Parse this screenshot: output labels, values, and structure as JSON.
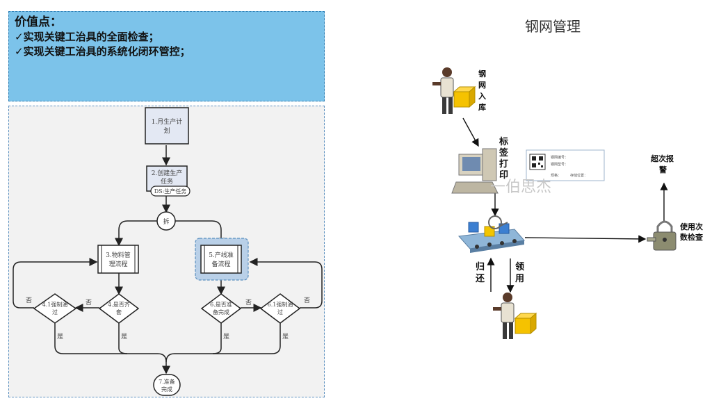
{
  "value_panel": {
    "title": "价值点：",
    "lines": [
      "✓实现关键工治具的全面检查；",
      "✓实现关键工治具的系统化闭环管控；"
    ]
  },
  "flowchart": {
    "n1": [
      "1.月生产计",
      "划"
    ],
    "n2": [
      "2.创建生产",
      "任务"
    ],
    "n2_tag": "DS:生产任务",
    "split": "拆",
    "n3": [
      "3.物料管",
      "理流程"
    ],
    "n5": [
      "5.产线准",
      "备流程"
    ],
    "d_left_inner": [
      "4.是否齐",
      "套"
    ],
    "d_left_outer": [
      "4.1强制通",
      "过"
    ],
    "d_right_inner": [
      "6.是否准",
      "备完成"
    ],
    "d_right_outer": [
      "6.1强制通",
      "过"
    ],
    "no": "否",
    "yes": "是",
    "end": [
      "7.准备",
      "完成"
    ]
  },
  "stencil": {
    "title": "钢网管理",
    "inbound": [
      "钢",
      "网",
      "入",
      "库"
    ],
    "print": [
      "标",
      "签",
      "打",
      "印"
    ],
    "return": [
      "归",
      "还"
    ],
    "receive": [
      "领",
      "用"
    ],
    "overuse": [
      "超次报",
      "警"
    ],
    "usage_check": [
      "使用次",
      "数检查"
    ],
    "watermark": "一伯思杰",
    "label_fields": [
      "钢网编号：",
      "钢网型号：",
      "规格：",
      "存储位置："
    ]
  }
}
